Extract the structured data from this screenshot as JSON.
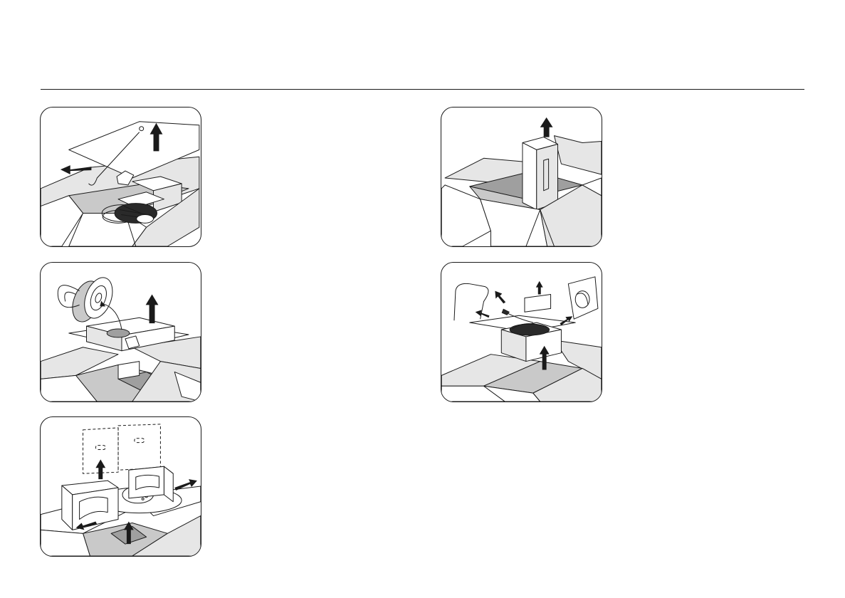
{
  "page": {
    "header_rule": "horizontal-divider"
  },
  "panels": [
    {
      "id": "p1",
      "icon": "unpacking-step-1-illustration"
    },
    {
      "id": "p2",
      "icon": "unpacking-step-2-illustration"
    },
    {
      "id": "p3",
      "icon": "unpacking-step-3-illustration"
    },
    {
      "id": "p4",
      "icon": "unpacking-step-4-illustration"
    },
    {
      "id": "p5",
      "icon": "unpacking-step-5-illustration"
    }
  ],
  "colors": {
    "line": "#1a1a1a",
    "carton_light": "#e6e6e6",
    "carton_mid": "#c9c9c9",
    "carton_dark": "#9f9f9f"
  }
}
